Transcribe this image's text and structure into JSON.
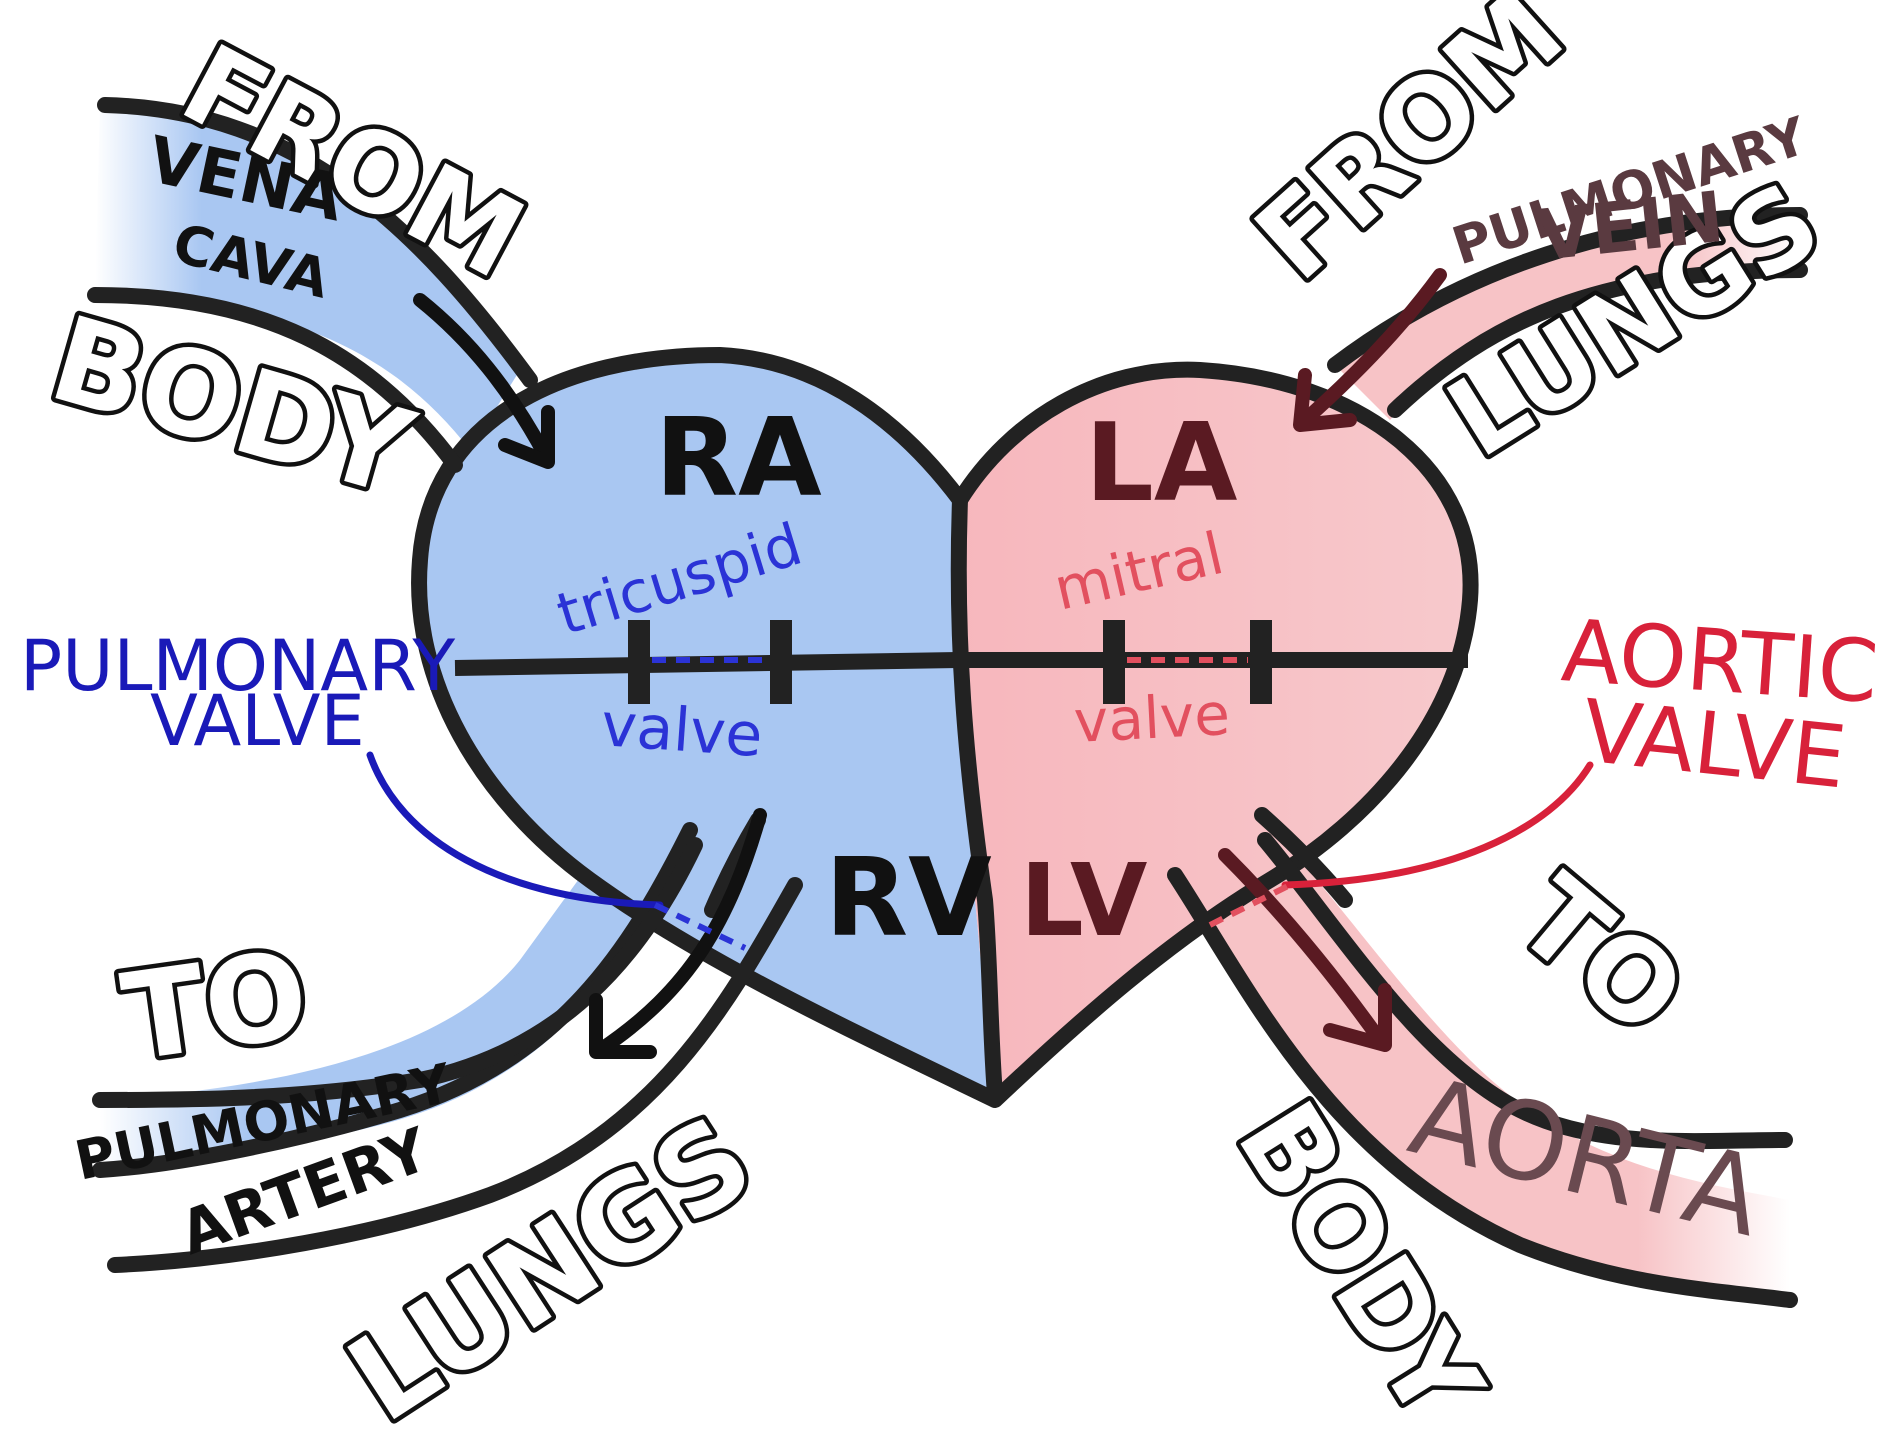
{
  "colors": {
    "deoxygenated": "#a9c7f2",
    "oxygenated": "#f7c3c6",
    "outline": "#222222",
    "left_label": "#1a1ab8",
    "right_label": "#d8213a",
    "valve_left": "#2b33d6",
    "valve_right": "#e2505f",
    "dark_red": "#5a1a22"
  },
  "labels": {
    "from_left": "FROM",
    "body_left": "BODY",
    "vena_cava_1": "VENA",
    "vena_cava_2": "CAVA",
    "ra": "RA",
    "rv": "RV",
    "tricuspid": "tricuspid",
    "valve_left": "valve",
    "pulmonary_valve_1": "PULMONARY",
    "pulmonary_valve_2": "VALVE",
    "to_left": "TO",
    "pulmonary_artery_1": "PULMONARY",
    "pulmonary_artery_2": "ARTERY",
    "lungs_left": "LUNGS",
    "from_right": "FROM",
    "pulmonary_vein_1": "PULMONARY",
    "pulmonary_vein_2": "VEIN",
    "lungs_right": "LUNGS",
    "la": "LA",
    "lv": "LV",
    "mitral": "mitral",
    "valve_right": "valve",
    "aortic_valve_1": "AORTIC",
    "aortic_valve_2": "VALVE",
    "to_right": "TO",
    "aorta": "AORTA",
    "body_right": "BODY"
  },
  "icons": {
    "inflow_left": "arrow-icon",
    "inflow_right": "arrow-icon",
    "outflow_left": "arrow-icon",
    "outflow_right": "arrow-icon"
  }
}
